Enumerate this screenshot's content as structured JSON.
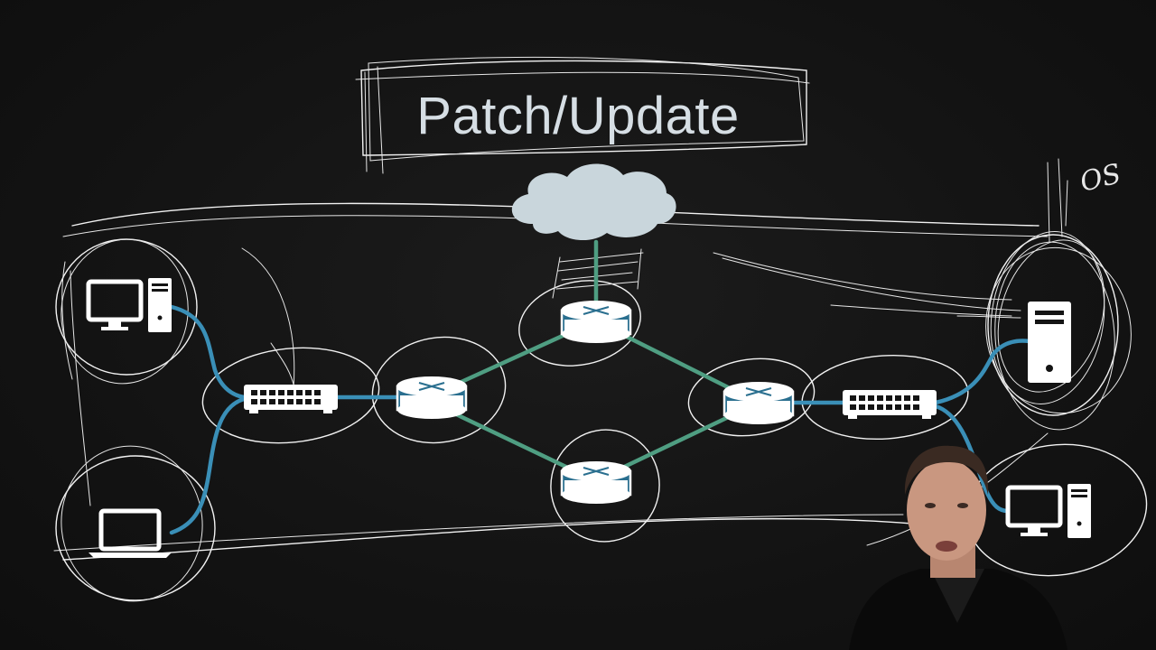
{
  "title": "Patch/Update",
  "annotation": "OS",
  "colors": {
    "background": "#141414",
    "title_text": "#d6dee4",
    "lan_cable": "#3a8fb7",
    "wan_link": "#4f9e82",
    "device": "#ffffff",
    "router_fill": "#2a6f8f",
    "cloud": "#c9d6dc",
    "chalk": "#f2f2f2"
  },
  "devices": [
    {
      "type": "desktop",
      "icon": "desktop-computer-icon"
    },
    {
      "type": "laptop",
      "icon": "laptop-icon"
    },
    {
      "type": "switch",
      "icon": "network-switch-icon"
    },
    {
      "type": "router",
      "icon": "router-icon"
    },
    {
      "type": "router",
      "icon": "router-icon"
    },
    {
      "type": "router",
      "icon": "router-icon"
    },
    {
      "type": "router",
      "icon": "router-icon"
    },
    {
      "type": "switch",
      "icon": "network-switch-icon"
    },
    {
      "type": "server",
      "icon": "server-tower-icon"
    },
    {
      "type": "desktop",
      "icon": "desktop-computer-icon"
    },
    {
      "type": "cloud",
      "icon": "cloud-icon"
    }
  ]
}
